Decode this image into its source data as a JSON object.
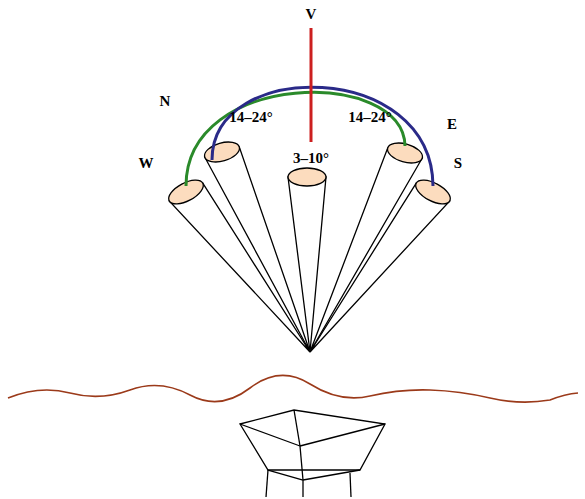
{
  "diagram": {
    "labels": [
      "V",
      "N",
      "14–24°",
      "3–10°",
      "14–24°",
      "W",
      "E",
      "S"
    ]
  }
}
